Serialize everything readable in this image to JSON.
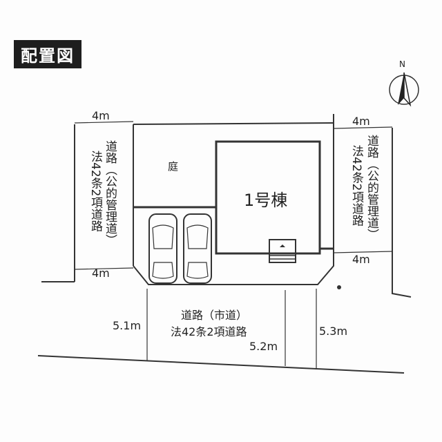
{
  "title": "配置図",
  "north": "N",
  "garden": "庭",
  "building": "1号棟",
  "left_road": {
    "line1": "道路（公的管理道）",
    "line2": "法42条2項道路",
    "width_top": "4m",
    "width_bottom": "4m"
  },
  "right_road": {
    "line1": "道路（公的管理道）",
    "line2": "法42条2項道路",
    "width_top": "4m",
    "width_bottom": "4m"
  },
  "front_road": {
    "line1": "道路（市道）",
    "line2": "法42条2項道路",
    "width_left": "5.1m",
    "width_mid": "5.2m",
    "width_right": "5.3m"
  }
}
